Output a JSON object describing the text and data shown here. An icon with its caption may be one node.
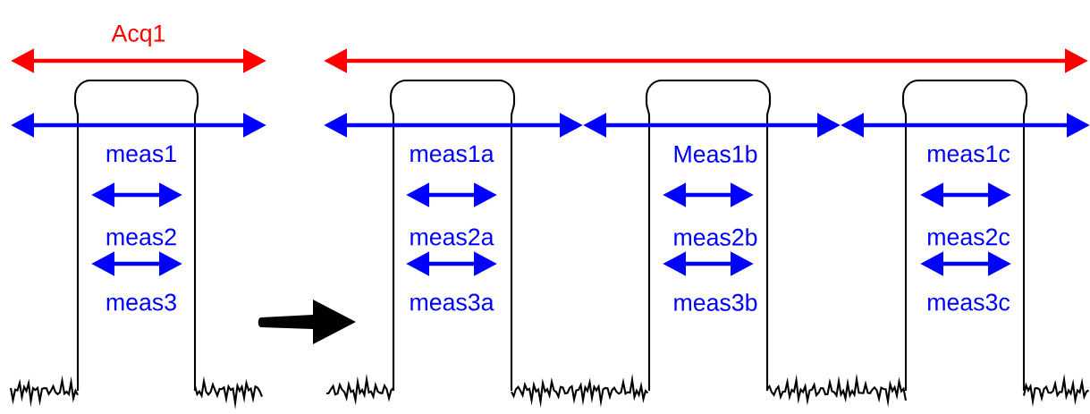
{
  "diagram": {
    "labels": [
      "Acq1",
      "meas1",
      "meas2",
      "meas3",
      "meas1a",
      "meas2a",
      "meas3a",
      "Meas1b",
      "meas2b",
      "meas3b",
      "meas1c",
      "meas2c",
      "meas3c"
    ]
  }
}
